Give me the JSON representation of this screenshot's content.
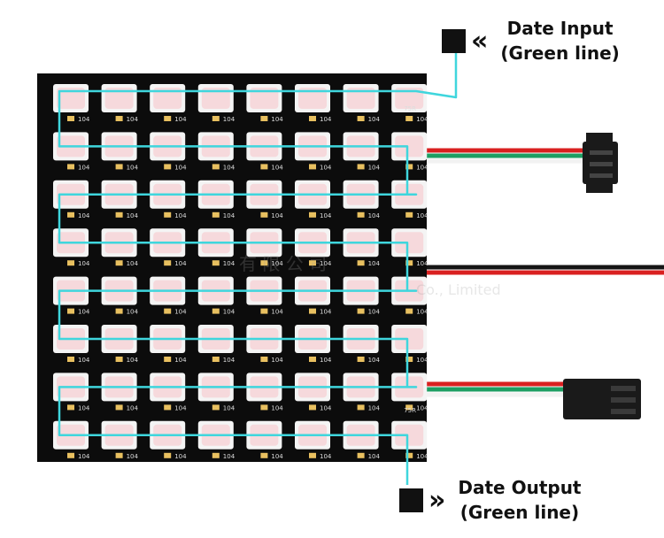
{
  "product_photo": {
    "description_visible": "8x8 flexible RGB LED matrix panel with cyan serpentine data line and three cable pigtails",
    "grid_rows": 8,
    "grid_cols": 8,
    "chip_label": "104",
    "resistor_label": "75R",
    "colors": {
      "board": "#0c0c0c",
      "led_body": "#f4f4f4",
      "led_lens": "#f6d9dc",
      "data_line": "#3fd6dd",
      "wire_red": "#d92020",
      "wire_green": "#1e9e63",
      "wire_white": "#f2f2f2",
      "wire_black": "#151515",
      "connector": "#1a1a1a"
    }
  },
  "callouts": {
    "input": {
      "arrow_glyph": "«",
      "line1": "Date Input",
      "line2": "(Green line)"
    },
    "output": {
      "arrow_glyph": "»",
      "line1": "Date Output",
      "line2": "(Green line)"
    }
  }
}
